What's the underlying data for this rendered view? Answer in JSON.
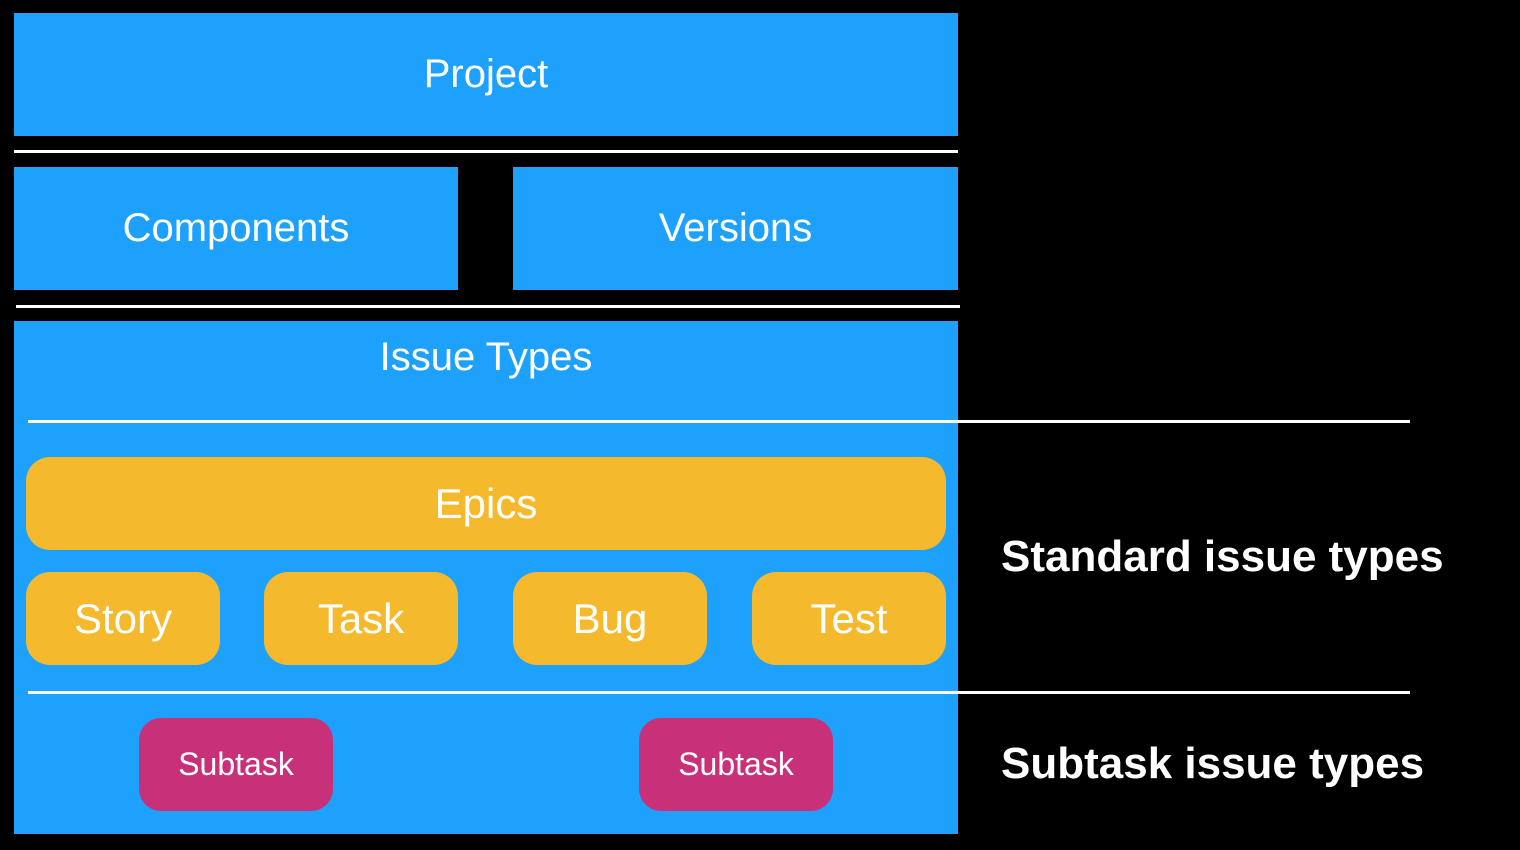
{
  "colors": {
    "background": "#000000",
    "container_blue": "#1da1fd",
    "standard_type_yellow": "#f5b92d",
    "subtask_magenta": "#c8317a",
    "text": "#ffffff"
  },
  "project": {
    "label": "Project"
  },
  "components": {
    "label": "Components"
  },
  "versions": {
    "label": "Versions"
  },
  "issue_types": {
    "title": "Issue Types",
    "epics": "Epics",
    "standard": [
      "Story",
      "Task",
      "Bug",
      "Test"
    ],
    "subtasks": [
      "Subtask",
      "Subtask"
    ]
  },
  "side_labels": {
    "standard": "Standard issue types",
    "subtask": "Subtask issue types"
  }
}
